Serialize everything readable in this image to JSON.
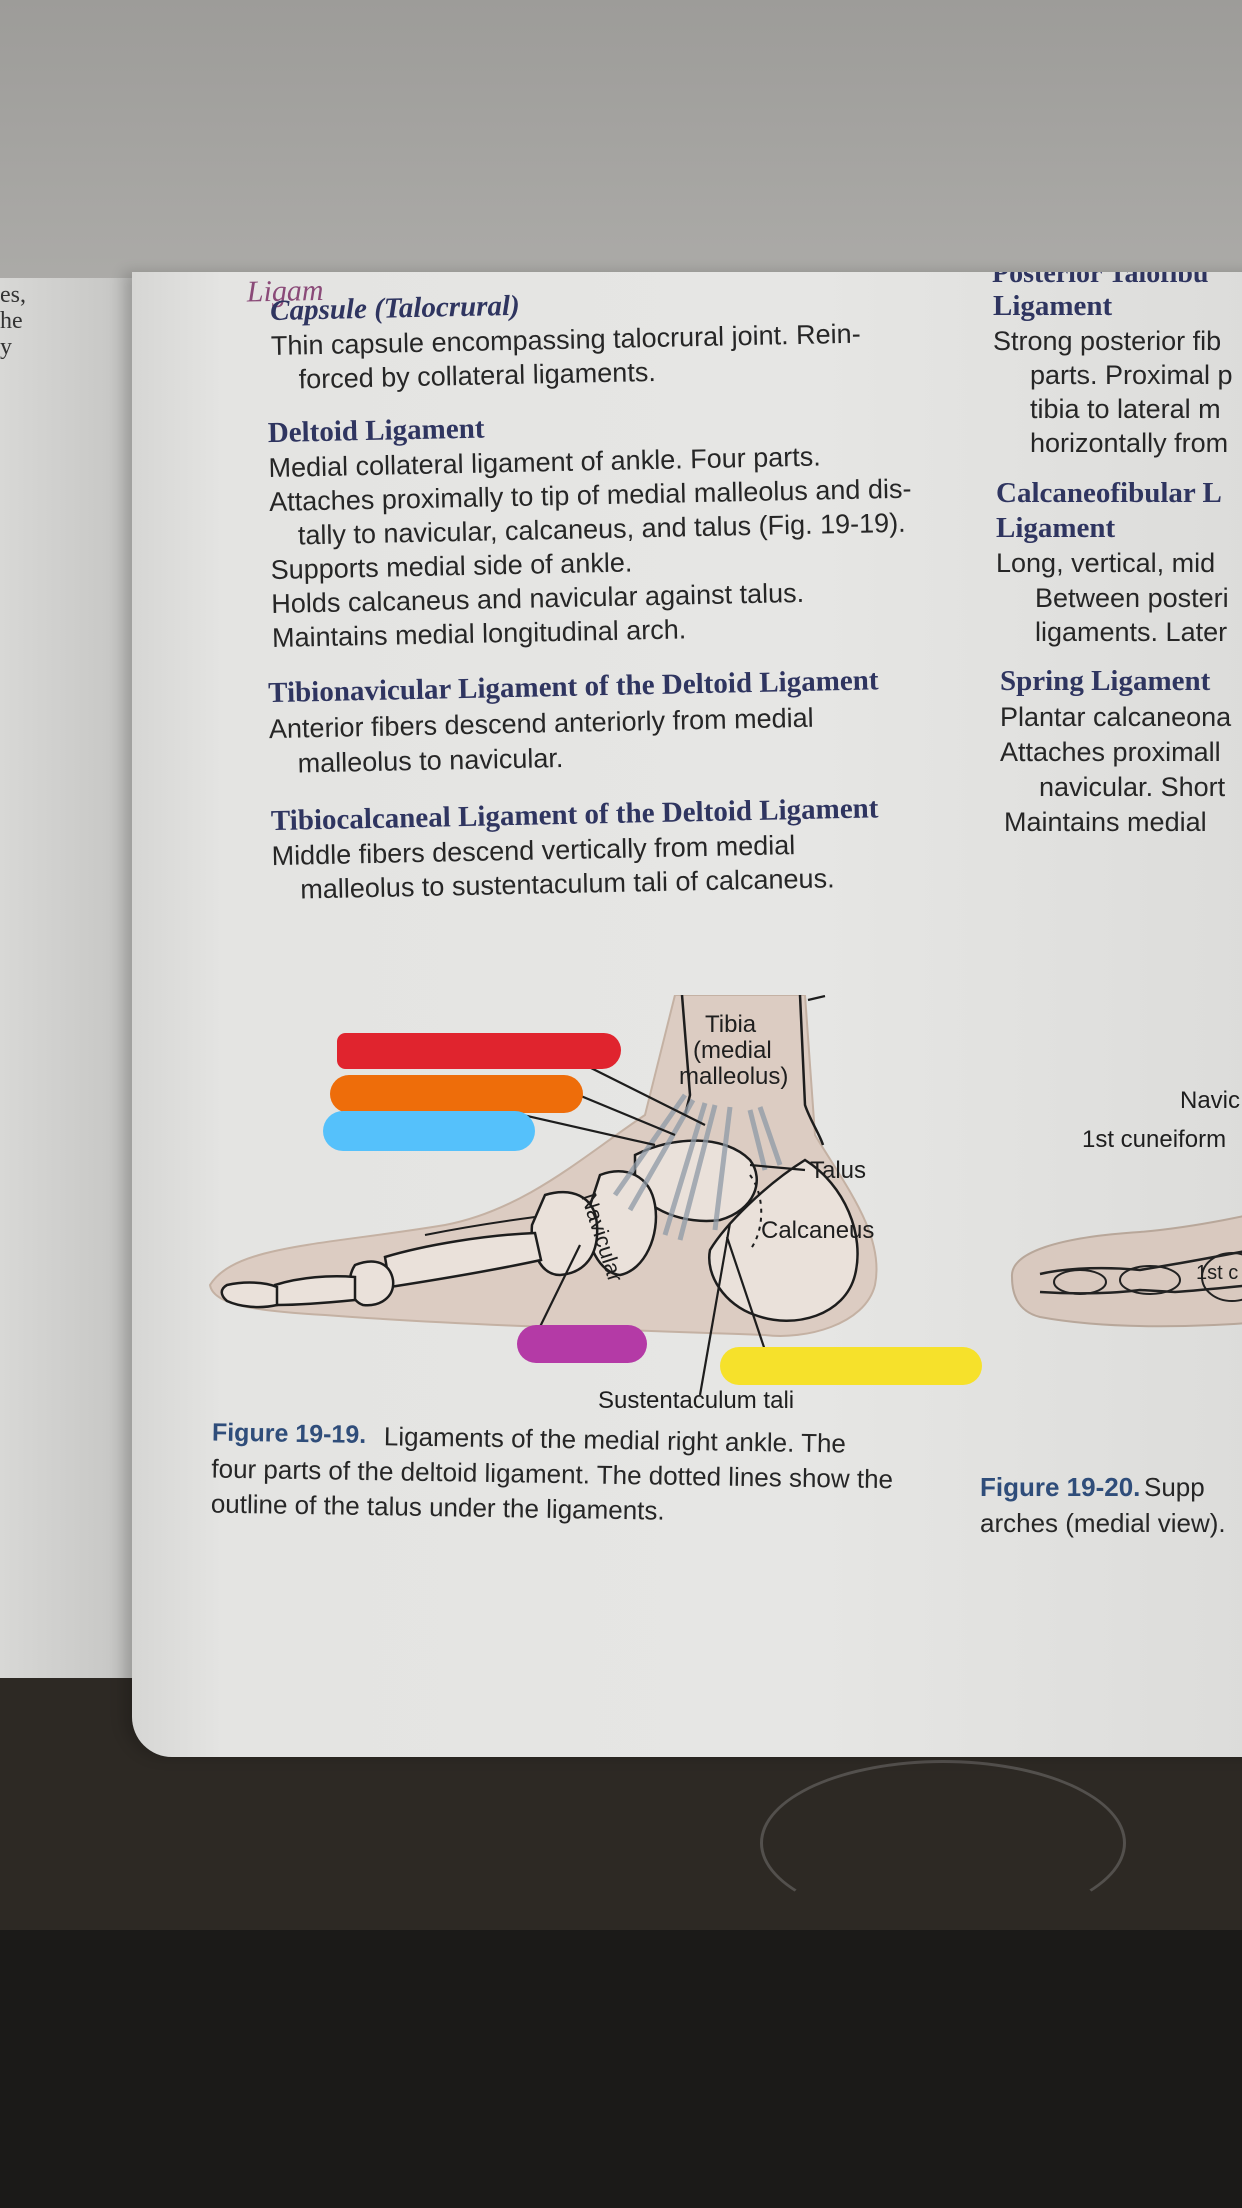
{
  "left_page": {
    "fragments": [
      "es,",
      "he",
      "y"
    ]
  },
  "page": {
    "cut_heading": "Ligam",
    "capsule": {
      "title": "Capsule (Talocrural)",
      "lines": [
        "Thin capsule encompassing talocrural joint. Rein-",
        "forced by collateral ligaments."
      ]
    },
    "deltoid": {
      "title": "Deltoid Ligament",
      "lines": [
        "Medial collateral ligament of ankle. Four parts.",
        "Attaches proximally to tip of medial malleolus and dis-",
        "tally to navicular, calcaneus, and talus (Fig. 19-19).",
        "Supports medial side of ankle.",
        "Holds calcaneus and navicular against talus.",
        "Maintains medial longitudinal arch."
      ]
    },
    "tibionavicular": {
      "title": "Tibionavicular Ligament of the Deltoid Ligament",
      "lines": [
        "Anterior fibers descend anteriorly from medial",
        "malleolus to navicular."
      ]
    },
    "tibiocalcaneal": {
      "title": "Tibiocalcaneal Ligament of the Deltoid Ligament",
      "lines": [
        "Middle fibers descend vertically from medial",
        "malleolus to sustentaculum tali of calcaneus."
      ]
    },
    "figure_labels": {
      "tibia": [
        "Tibia",
        "(medial",
        "malleolus)"
      ],
      "talus": "Talus",
      "navicular": "Navicular",
      "calcaneus": "Calcaneus",
      "sustentaculum": "Sustentaculum tali"
    },
    "highlight_colors": {
      "red": "#e0242e",
      "orange": "#ee6d0a",
      "blue": "#55c1fb",
      "purple": "#b43aa6",
      "yellow": "#f6e12b"
    },
    "caption": {
      "label": "Figure 19-19.",
      "lines": [
        "Ligaments of the medial right ankle. The",
        "four parts of the deltoid ligament. The dotted lines show the",
        "outline of the talus under the ligaments."
      ]
    },
    "right_column": {
      "cut_top": "Posterior Talofibu",
      "ligament_word": "Ligament",
      "posterior_lines": [
        "Strong posterior fib",
        "parts. Proximal p",
        "tibia to lateral m",
        "horizontally from"
      ],
      "calcaneofibular_title": "Calcaneofibular L",
      "calcaneofibular_title2": "Ligament",
      "calcaneofibular_lines": [
        "Long, vertical, mid",
        "Between posteri",
        "ligaments. Later"
      ],
      "spring_title": "Spring Ligament",
      "spring_lines": [
        "Plantar calcaneona",
        "Attaches proximall",
        "navicular. Short",
        "Maintains medial"
      ],
      "fig_labels": [
        "Navic",
        "1st cuneiform",
        "1st c"
      ],
      "caption_label": "Figure 19-20.",
      "caption_text": "Supp",
      "caption_line2": "arches (medial view)."
    }
  }
}
